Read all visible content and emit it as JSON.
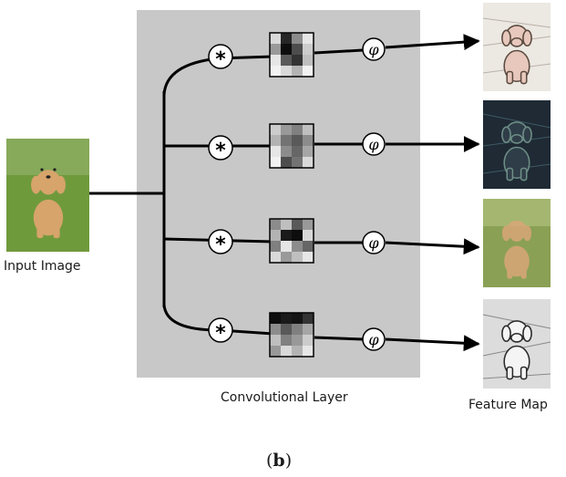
{
  "labels": {
    "input_image": "Input Image",
    "conv_layer": "Convolutional Layer",
    "feature_map": "Feature Map",
    "panel_open": "(",
    "panel_letter": "b",
    "panel_close": ")"
  },
  "symbols": {
    "convolution": "*",
    "activation": "φ"
  },
  "branches": [
    {
      "kernel": [
        [
          0.85,
          0.15,
          0.55,
          0.9
        ],
        [
          0.6,
          0.05,
          0.3,
          0.8
        ],
        [
          0.9,
          0.35,
          0.2,
          0.75
        ],
        [
          0.95,
          0.85,
          0.7,
          0.95
        ]
      ]
    },
    {
      "kernel": [
        [
          0.8,
          0.6,
          0.5,
          0.75
        ],
        [
          0.7,
          0.45,
          0.35,
          0.55
        ],
        [
          0.9,
          0.55,
          0.4,
          0.65
        ],
        [
          0.95,
          0.3,
          0.45,
          0.85
        ]
      ]
    },
    {
      "kernel": [
        [
          0.55,
          0.75,
          0.35,
          0.6
        ],
        [
          0.7,
          0.1,
          0.05,
          0.85
        ],
        [
          0.5,
          0.9,
          0.55,
          0.4
        ],
        [
          0.85,
          0.6,
          0.75,
          0.9
        ]
      ]
    },
    {
      "kernel": [
        [
          0.05,
          0.1,
          0.08,
          0.2
        ],
        [
          0.55,
          0.35,
          0.5,
          0.65
        ],
        [
          0.75,
          0.5,
          0.6,
          0.8
        ],
        [
          0.6,
          0.85,
          0.7,
          0.9
        ]
      ]
    }
  ],
  "colors": {
    "panel": "#c8c8c8",
    "line": "#000000",
    "grass": "#6f9a3c",
    "fur": "#d7a46b"
  }
}
